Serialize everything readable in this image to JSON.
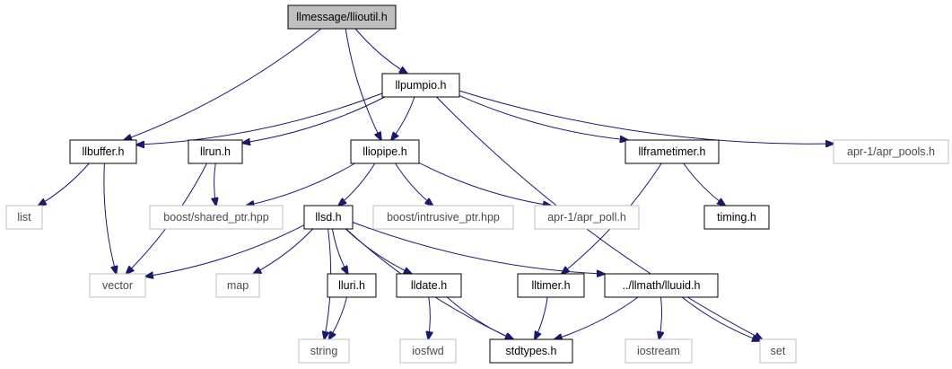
{
  "colors": {
    "edge": "#191970",
    "local_border": "#000000",
    "external_border": "#bfbfbf",
    "root_fill": "#bfbfbf",
    "node_fill": "#ffffff"
  },
  "nodes": {
    "llioutil": {
      "label": "llmessage/llioutil.h",
      "kind": "root"
    },
    "llpumpio": {
      "label": "llpumpio.h",
      "kind": "local"
    },
    "llbuffer": {
      "label": "llbuffer.h",
      "kind": "local"
    },
    "llrun": {
      "label": "llrun.h",
      "kind": "local"
    },
    "lliopipe": {
      "label": "lliopipe.h",
      "kind": "local"
    },
    "llframetimer": {
      "label": "llframetimer.h",
      "kind": "local"
    },
    "apr_pools": {
      "label": "apr-1/apr_pools.h",
      "kind": "external"
    },
    "list": {
      "label": "list",
      "kind": "external"
    },
    "boost_shared_ptr": {
      "label": "boost/shared_ptr.hpp",
      "kind": "external"
    },
    "llsd": {
      "label": "llsd.h",
      "kind": "local"
    },
    "boost_intrusive_ptr": {
      "label": "boost/intrusive_ptr.hpp",
      "kind": "external"
    },
    "apr_poll": {
      "label": "apr-1/apr_poll.h",
      "kind": "external"
    },
    "timing": {
      "label": "timing.h",
      "kind": "local"
    },
    "vector": {
      "label": "vector",
      "kind": "external"
    },
    "map": {
      "label": "map",
      "kind": "external"
    },
    "lluri": {
      "label": "lluri.h",
      "kind": "local"
    },
    "lldate": {
      "label": "lldate.h",
      "kind": "local"
    },
    "lltimer": {
      "label": "lltimer.h",
      "kind": "local"
    },
    "lluuid": {
      "label": "../llmath/lluuid.h",
      "kind": "local"
    },
    "string": {
      "label": "string",
      "kind": "external"
    },
    "iosfwd": {
      "label": "iosfwd",
      "kind": "external"
    },
    "stdtypes": {
      "label": "stdtypes.h",
      "kind": "local"
    },
    "iostream": {
      "label": "iostream",
      "kind": "external"
    },
    "set": {
      "label": "set",
      "kind": "external"
    }
  },
  "edges": [
    [
      "llioutil",
      "llpumpio"
    ],
    [
      "llioutil",
      "llbuffer"
    ],
    [
      "llioutil",
      "lliopipe"
    ],
    [
      "llpumpio",
      "llbuffer"
    ],
    [
      "llpumpio",
      "llrun"
    ],
    [
      "llpumpio",
      "lliopipe"
    ],
    [
      "llpumpio",
      "llframetimer"
    ],
    [
      "llpumpio",
      "apr_pools"
    ],
    [
      "llpumpio",
      "set"
    ],
    [
      "llbuffer",
      "list"
    ],
    [
      "llbuffer",
      "vector"
    ],
    [
      "llrun",
      "boost_shared_ptr"
    ],
    [
      "llrun",
      "vector"
    ],
    [
      "lliopipe",
      "boost_shared_ptr"
    ],
    [
      "lliopipe",
      "llsd"
    ],
    [
      "lliopipe",
      "boost_intrusive_ptr"
    ],
    [
      "lliopipe",
      "apr_poll"
    ],
    [
      "llframetimer",
      "lltimer"
    ],
    [
      "llframetimer",
      "timing"
    ],
    [
      "llsd",
      "vector"
    ],
    [
      "llsd",
      "map"
    ],
    [
      "llsd",
      "string"
    ],
    [
      "llsd",
      "lluri"
    ],
    [
      "llsd",
      "lldate"
    ],
    [
      "llsd",
      "stdtypes"
    ],
    [
      "llsd",
      "lluuid"
    ],
    [
      "lluri",
      "string"
    ],
    [
      "lldate",
      "iosfwd"
    ],
    [
      "lldate",
      "stdtypes"
    ],
    [
      "lltimer",
      "stdtypes"
    ],
    [
      "lluuid",
      "stdtypes"
    ],
    [
      "lluuid",
      "iostream"
    ],
    [
      "lluuid",
      "set"
    ]
  ]
}
